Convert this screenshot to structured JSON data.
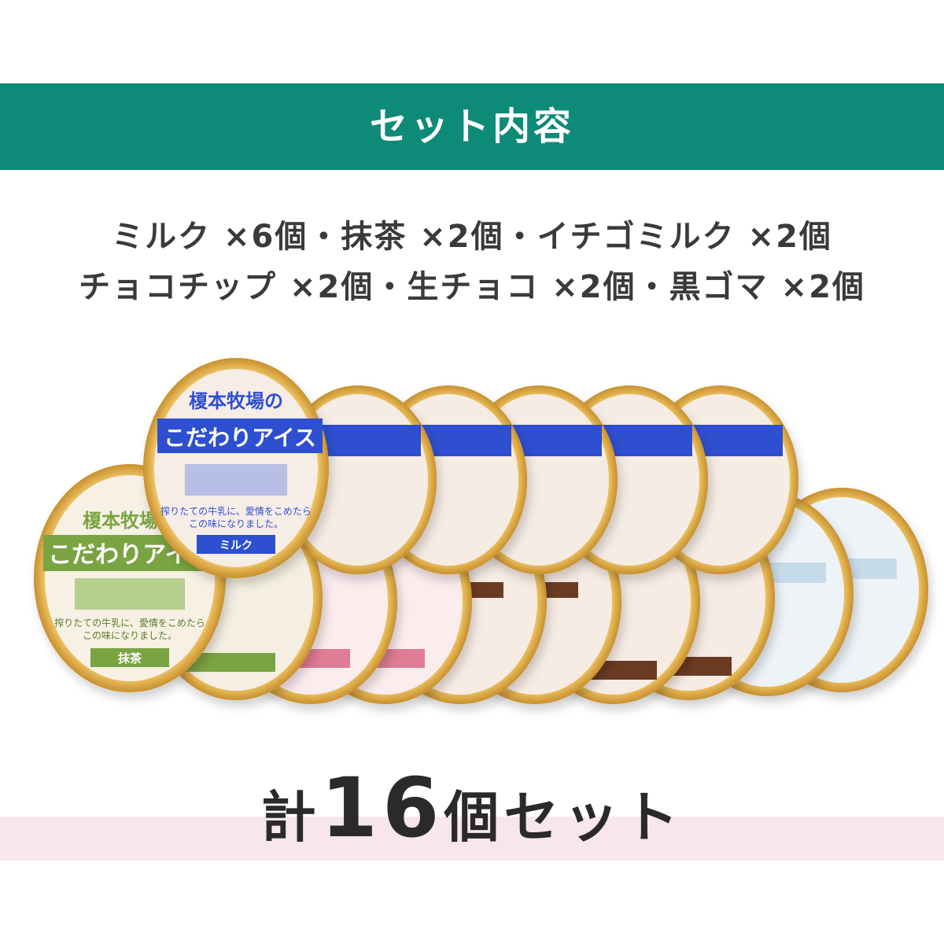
{
  "header": {
    "title": "セット内容"
  },
  "contents": {
    "line1": "ミルク ×6個・抹茶 ×2個・イチゴミルク ×2個",
    "line2": "チョコチップ ×2個・生チョコ ×2個・黒ゴマ ×2個"
  },
  "lid": {
    "brand_top": "榎本牧場の",
    "brand_main": "こだわりアイス",
    "slogan_1": "搾りたての牛乳に、愛情をこめたら",
    "slogan_2": "この味になりました。",
    "flavor_milk": "ミルク",
    "flavor_matcha": "抹茶"
  },
  "total": {
    "pre": "計",
    "num": "16",
    "post": "個セット"
  },
  "colors": {
    "header_band": "#0e8a78",
    "pink_band": "#f8e6ea",
    "gold_rim": "#d9a63a",
    "milk_blue": "#2f4fcf",
    "matcha_green": "#7aa342",
    "strawberry_pink": "#e07b95",
    "chocolate_brown": "#6b3b22",
    "sesame_lightblue": "#9ec4de"
  }
}
